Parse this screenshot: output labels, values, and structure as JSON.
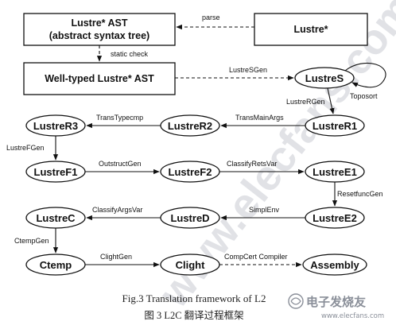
{
  "nodes": {
    "lustre_ast": {
      "line1": "Lustre* AST",
      "line2": "(abstract syntax tree)"
    },
    "lustre_star": "Lustre*",
    "welltyped": "Well-typed Lustre* AST",
    "lustreS": "LustreS",
    "lustreR3": "LustreR3",
    "lustreR2": "LustreR2",
    "lustreR1": "LustreR1",
    "lustreF1": "LustreF1",
    "lustreF2": "LustreF2",
    "lustreE1": "LustreE1",
    "lustreC": "LustreC",
    "lustreD": "LustreD",
    "lustreE2": "LustreE2",
    "ctemp": "Ctemp",
    "clight": "Clight",
    "assembly": "Assembly"
  },
  "edges": {
    "parse": "parse",
    "static_check": "static check",
    "lustreSGen": "LustreSGen",
    "toposort": "Toposort",
    "lustreRGen": "LustreRGen",
    "transMainArgs": "TransMainArgs",
    "transTypecmp": "TransTypecmp",
    "lustreFGen": "LustreFGen",
    "outstructGen": "OutstructGen",
    "classifyRetsVar": "ClassifyRetsVar",
    "resetfuncGen": "ResetfuncGen",
    "simplEnv": "SimplEnv",
    "classifyArgsVar": "ClassifyArgsVar",
    "ctempGen": "CtempGen",
    "clightGen": "ClightGen",
    "compcert": "CompCert  Compiler"
  },
  "caption": {
    "english": "Fig.3    Translation framework of L2",
    "chinese": "图 3    L2C 翻译过程框架"
  },
  "watermark": "www.elecfans.com",
  "logo": {
    "text": "电子发烧友",
    "url": "www.elecfans.com"
  }
}
